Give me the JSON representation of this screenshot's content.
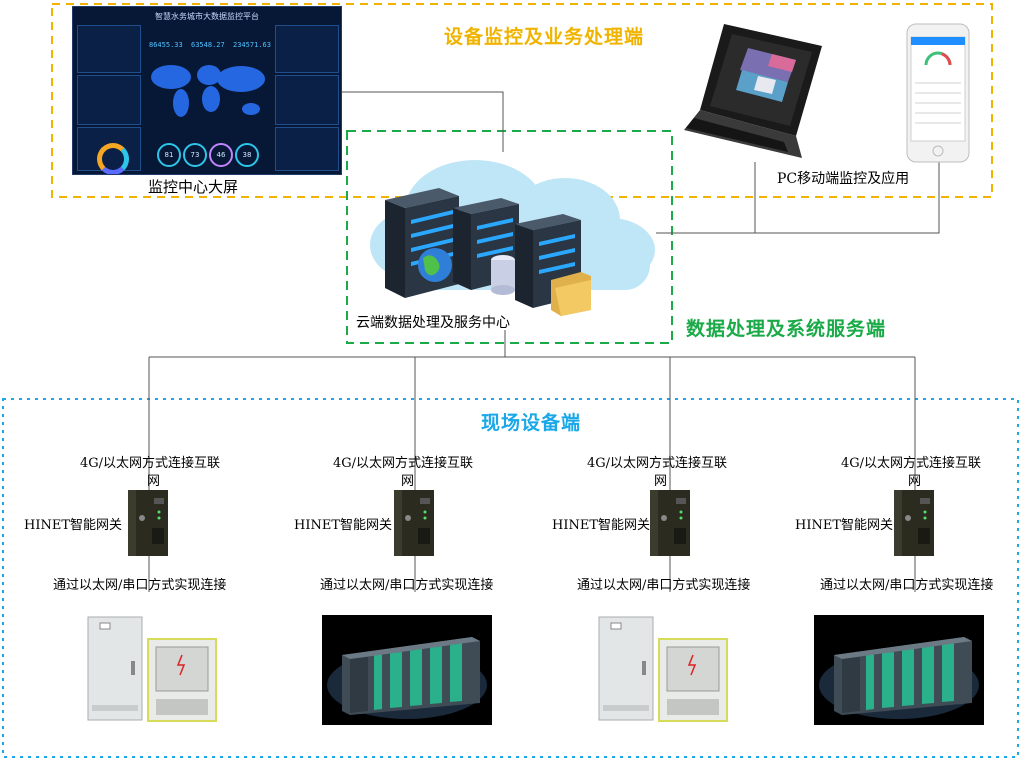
{
  "regions": {
    "monitoring": {
      "title": "设备监控及业务处理端",
      "color": "#f0b400"
    },
    "cloud": {
      "title": "数据处理及系统服务端",
      "color": "#1aaa48"
    },
    "field": {
      "title": "现场设备端",
      "color": "#1aa8e8"
    }
  },
  "labels": {
    "screen_caption": "监控中心大屏",
    "pc_caption": "PC移动端监控及应用",
    "cloud_caption": "云端数据处理及服务中心"
  },
  "dashboard": {
    "title": "智慧水务城市大数据监控平台",
    "kpi1": "86455.33",
    "kpi2": "63548.27",
    "kpi3": "234571.63",
    "rings": [
      "81",
      "73",
      "46",
      "38"
    ]
  },
  "field_units": [
    {
      "connection_line1": "4G/以太网方式连接互联",
      "connection_line2": "网",
      "gateway_label": "HINET智能网关",
      "link_label": "通过以太网/串口方式实现连接",
      "device": "cabinet"
    },
    {
      "connection_line1": "4G/以太网方式连接互联",
      "connection_line2": "网",
      "gateway_label": "HINET智能网关",
      "link_label": "通过以太网/串口方式实现连接",
      "device": "plc"
    },
    {
      "connection_line1": "4G/以太网方式连接互联",
      "connection_line2": "网",
      "gateway_label": "HINET智能网关",
      "link_label": "通过以太网/串口方式实现连接",
      "device": "cabinet"
    },
    {
      "connection_line1": "4G/以太网方式连接互联",
      "connection_line2": "网",
      "gateway_label": "HINET智能网关",
      "link_label": "通过以太网/串口方式实现连接",
      "device": "plc"
    }
  ]
}
